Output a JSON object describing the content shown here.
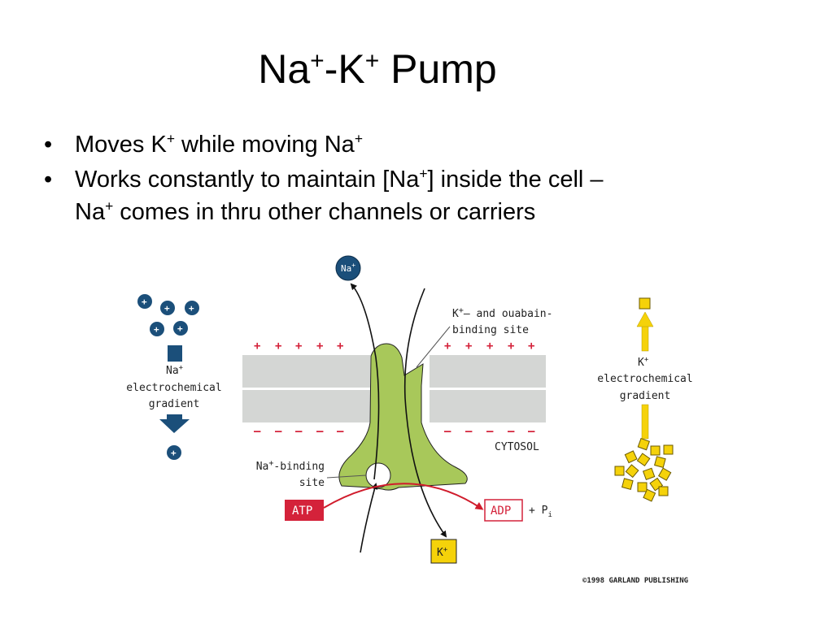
{
  "slide": {
    "title": {
      "base1": "Na",
      "sup1": "+",
      "mid": "-K",
      "sup2": "+",
      "rest": " Pump"
    },
    "bullets": [
      {
        "marker": "•",
        "parts": [
          {
            "t": "Moves K"
          },
          {
            "s": "+"
          },
          {
            "t": " while moving Na"
          },
          {
            "s": "+"
          }
        ]
      },
      {
        "marker": "•",
        "parts": [
          {
            "t": "Works constantly to maintain [Na"
          },
          {
            "s": "+"
          },
          {
            "t": "] inside the cell –"
          },
          {
            "br": true
          },
          {
            "t": "Na"
          },
          {
            "s": "+"
          },
          {
            "t": " comes in thru other channels or carriers"
          }
        ]
      }
    ]
  },
  "diagram": {
    "na_ion_top": {
      "base": "Na",
      "sup": "+"
    },
    "k_binding": {
      "line1_base": "K",
      "line1_sup": "+",
      "line1_rest": "– and ouabain-",
      "line2": "binding site"
    },
    "na_binding": {
      "line1_base": "Na",
      "line1_sup": "+",
      "line1_rest": "-binding",
      "line2": "site"
    },
    "atp": "ATP",
    "adp": "ADP",
    "pi": {
      "base": "+ P",
      "sub": "i"
    },
    "k_ion_bottom": {
      "base": "K",
      "sup": "+"
    },
    "cytosol": "CYTOSOL",
    "plus_sign": "+",
    "minus_sign": "–",
    "na_gradient": {
      "label_base": "Na",
      "label_sup": "+",
      "line2": "electrochemical",
      "line3": "gradient"
    },
    "k_gradient": {
      "label_base": "K",
      "label_sup": "+",
      "line2": "electrochemical",
      "line3": "gradient"
    },
    "copyright": "©1998 GARLAND PUBLISHING",
    "colors": {
      "protein": "#a8c85a",
      "membrane": "#d4d6d4",
      "ion_na": "#1b4f7a",
      "atp": "#d4223a",
      "arrow_red": "#d01c2c",
      "k_square": "#f5d20a",
      "k_arrow": "#f5d20a"
    }
  }
}
